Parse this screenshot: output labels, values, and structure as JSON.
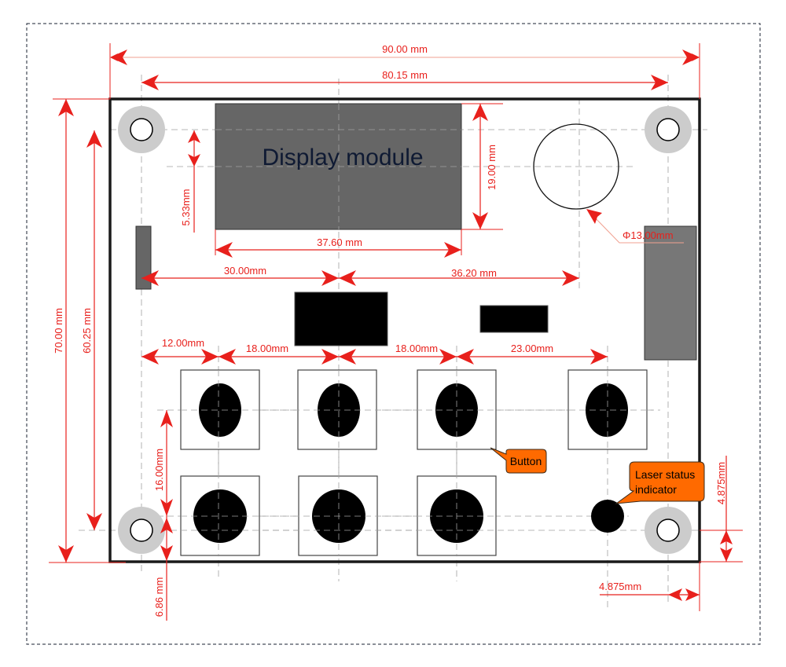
{
  "diagram": {
    "title": "PCB mechanical dimension drawing",
    "colors": {
      "dimension": "#e8201c",
      "board_outline": "#1a1a1a",
      "component_gray": "#666666",
      "mount_ring": "#cccccc",
      "callout_fill": "#ff6a00",
      "callout_text": "#000000",
      "display_text": "#0f1a33"
    },
    "display_label": "Display module",
    "dimensions": {
      "board_width": "90.00 mm",
      "hole_span_x": "80.15 mm",
      "board_height": "70.00 mm",
      "hole_span_y": "60.25 mm",
      "display_offset": "5.33mm",
      "display_height": "19.00 mm",
      "display_width": "37.60 mm",
      "left_to_center": "30.00mm",
      "center_to_buzzer": "36.20 mm",
      "buzzer_diameter": "Φ13.00mm",
      "btn_gap_1": "12.00mm",
      "btn_gap_2": "18.00mm",
      "btn_gap_3": "18.00mm",
      "btn_gap_4": "23.00mm",
      "btn_row_pitch": "16.00mm",
      "btn_bottom_offset": "6.86 mm",
      "hole_offset_y": "4.875mm",
      "hole_offset_x": "4.875mm"
    },
    "callouts": {
      "button": "Button",
      "laser_line1": "Laser status",
      "laser_line2": "indicator"
    },
    "components": {
      "mount_holes": 4,
      "buttons_top_row": 4,
      "buttons_bottom_row": 3,
      "connector_left": "vertical header",
      "connector_right": "vertical header",
      "chips": 2,
      "buzzer": "circular",
      "led": "laser status indicator"
    }
  }
}
